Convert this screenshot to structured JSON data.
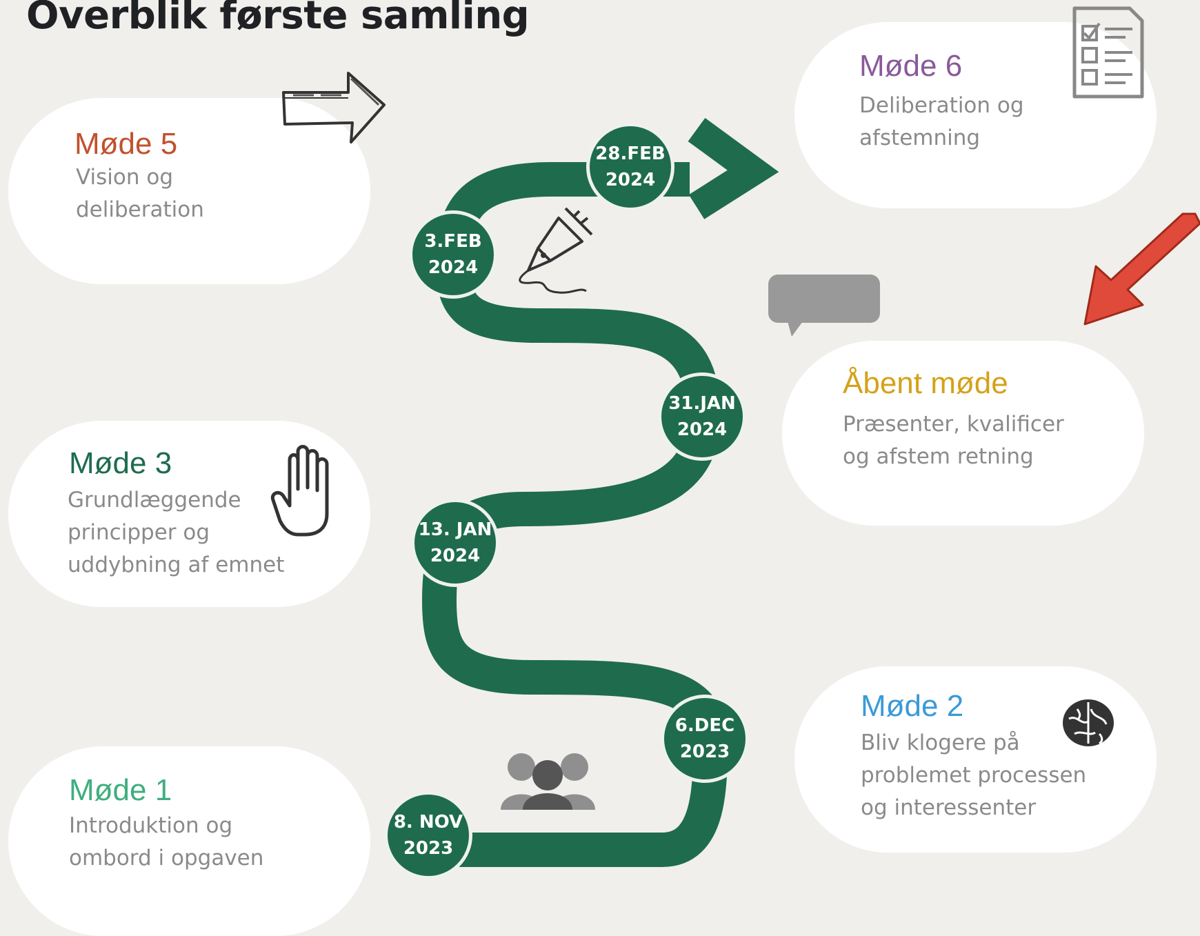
{
  "title": "Overblik første samling",
  "colors": {
    "road": "#1f6b4e",
    "mode5": "#c0522d",
    "mode6": "#8a5a9a",
    "mode3": "#1f6b4e",
    "open_meeting": "#d4a21a",
    "mode2": "#3a9ad8",
    "mode1": "#3fae7e",
    "red_arrow": "#e04a3a"
  },
  "cards": {
    "mode5": {
      "title": "Møde 5",
      "desc": "Vision og\ndeliberation"
    },
    "mode6": {
      "title": "Møde 6",
      "desc": "Deliberation og\nafstemning"
    },
    "open_meeting": {
      "title": "Åbent møde",
      "desc": "Præsenter, kvalificer\nog afstem retning"
    },
    "mode3": {
      "title": "Møde 3",
      "desc": "Grundlæggende\nprincipper og\nuddybning af emnet"
    },
    "mode2": {
      "title": "Møde 2",
      "desc": "Bliv klogere på\nproblemet processen\nog interessenter"
    },
    "mode1": {
      "title": "Møde 1",
      "desc": "Introduktion og\nombord i opgaven"
    }
  },
  "dates": {
    "d1": {
      "day": "8. NOV",
      "year": "2023"
    },
    "d2": {
      "day": "6.DEC",
      "year": "2023"
    },
    "d3": {
      "day": "13. JAN",
      "year": "2024"
    },
    "d4": {
      "day": "31.JAN",
      "year": "2024"
    },
    "d5": {
      "day": "3.FEB",
      "year": "2024"
    },
    "d6": {
      "day": "28.FEB",
      "year": "2024"
    }
  },
  "icons": {
    "sketch_arrow": "arrow-right-sketch-icon",
    "checklist": "checklist-icon",
    "pen": "fountain-pen-icon",
    "speech": "speech-bubble-icon",
    "red_arrow": "arrow-down-left-icon",
    "hand": "raised-hand-icon",
    "brain": "brain-icon",
    "group": "people-group-icon"
  }
}
